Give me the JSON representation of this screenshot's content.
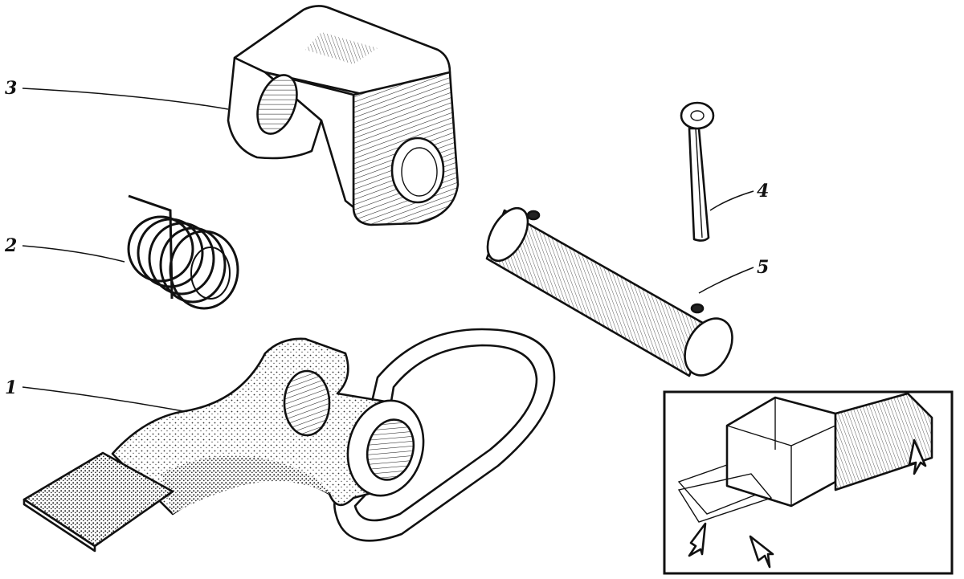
{
  "parts": [
    {
      "id": "1",
      "label": "1"
    },
    {
      "id": "2",
      "label": "2"
    },
    {
      "id": "3",
      "label": "3"
    },
    {
      "id": "4",
      "label": "4"
    },
    {
      "id": "5",
      "label": "5"
    }
  ],
  "colors": {
    "ink": "#111111",
    "paper": "#ffffff"
  }
}
